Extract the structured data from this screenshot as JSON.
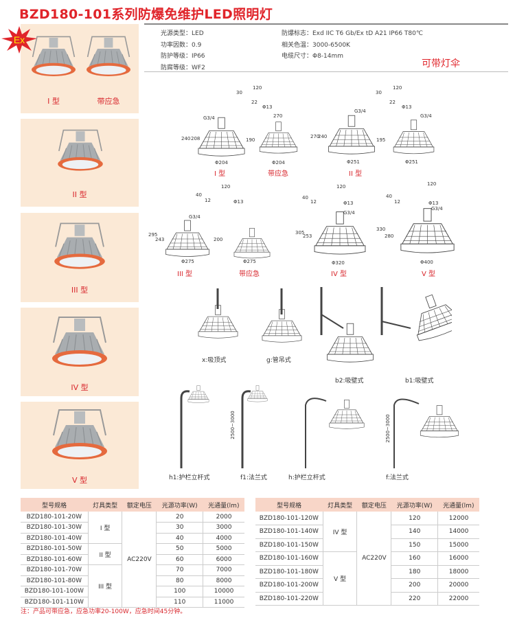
{
  "title": "BZD180-101系列防爆免维护LED照明灯",
  "ex_badge": "Ex",
  "specs_left": [
    "光源类型：LED",
    "功率因数：0.9",
    "防护等级：IP66",
    "防腐等级：WF2"
  ],
  "specs_right": [
    "防爆标志：Exd IIC T6 Gb/Ex tD A21 IP66 T80℃",
    "相关色温：3000-6500K",
    "电缆尺寸：Φ8-14mm"
  ],
  "umbrella_note": "可带灯伞",
  "photo_labels": [
    "I 型",
    "带应急",
    "II 型",
    "III 型",
    "IV 型",
    "V 型"
  ],
  "diagram_labels": {
    "row1": [
      "I 型",
      "带应急",
      "II 型"
    ],
    "row2": [
      "III 型",
      "带应急",
      "IV 型",
      "V 型"
    ],
    "mount": [
      "x:吸顶式",
      "g:管吊式",
      "b2:吸壁式",
      "b1:吸壁式"
    ],
    "pole": [
      "h1:护栏立杆式",
      "f1:法兰式",
      "h:护栏立杆式",
      "f:法兰式"
    ]
  },
  "dims": {
    "d1": [
      "120",
      "30",
      "22",
      "Φ13",
      "G3/4",
      "240",
      "208",
      "Φ204"
    ],
    "d2": [
      "270",
      "190",
      "Φ204"
    ],
    "d3": [
      "120",
      "30",
      "22",
      "Φ13",
      "G3/4",
      "270",
      "240",
      "Φ251"
    ],
    "d4": [
      "G3/4",
      "195",
      "Φ251"
    ],
    "d5": [
      "120",
      "40",
      "12",
      "Φ13",
      "G3/4",
      "295",
      "243",
      "Φ275"
    ],
    "d6": [
      "200",
      "Φ275"
    ],
    "d7": [
      "120",
      "40",
      "12",
      "Φ13",
      "G3/4",
      "305",
      "253",
      "Φ320"
    ],
    "d8": [
      "120",
      "40",
      "12",
      "Φ13",
      "G3/4",
      "330",
      "280",
      "Φ400"
    ],
    "pole": [
      "2500~3000",
      "2500~3000"
    ]
  },
  "table_headers": [
    "型号规格",
    "灯具类型",
    "额定电压",
    "光源功率(W)",
    "光通量(lm)"
  ],
  "table_left": {
    "voltage": "AC220V",
    "groups": [
      {
        "type": "I 型",
        "rows": [
          [
            "BZD180-101-20W",
            "20",
            "2000"
          ],
          [
            "BZD180-101-30W",
            "30",
            "3000"
          ],
          [
            "BZD180-101-40W",
            "40",
            "4000"
          ]
        ]
      },
      {
        "type": "II 型",
        "rows": [
          [
            "BZD180-101-50W",
            "50",
            "5000"
          ],
          [
            "BZD180-101-60W",
            "60",
            "6000"
          ]
        ]
      },
      {
        "type": "III 型",
        "rows": [
          [
            "BZD180-101-70W",
            "70",
            "7000"
          ],
          [
            "BZD180-101-80W",
            "80",
            "8000"
          ],
          [
            "BZD180-101-100W",
            "100",
            "10000"
          ],
          [
            "BZD180-101-110W",
            "110",
            "11000"
          ]
        ]
      }
    ]
  },
  "table_right": {
    "voltage": "AC220V",
    "groups": [
      {
        "type": "IV 型",
        "rows": [
          [
            "BZD180-101-120W",
            "120",
            "12000"
          ],
          [
            "BZD180-101-140W",
            "140",
            "14000"
          ],
          [
            "BZD180-101-150W",
            "150",
            "15000"
          ]
        ]
      },
      {
        "type": "V 型",
        "rows": [
          [
            "BZD180-101-160W",
            "160",
            "16000"
          ],
          [
            "BZD180-101-180W",
            "180",
            "18000"
          ],
          [
            "BZD180-101-200W",
            "200",
            "20000"
          ],
          [
            "BZD180-101-220W",
            "220",
            "22000"
          ]
        ]
      }
    ]
  },
  "note": "注：产品可带应急，应急功率20-100W，应急时间45分钟。",
  "colors": {
    "accent": "#e0242a",
    "panel": "#fbe9d6",
    "header": "#f8d6c8"
  }
}
